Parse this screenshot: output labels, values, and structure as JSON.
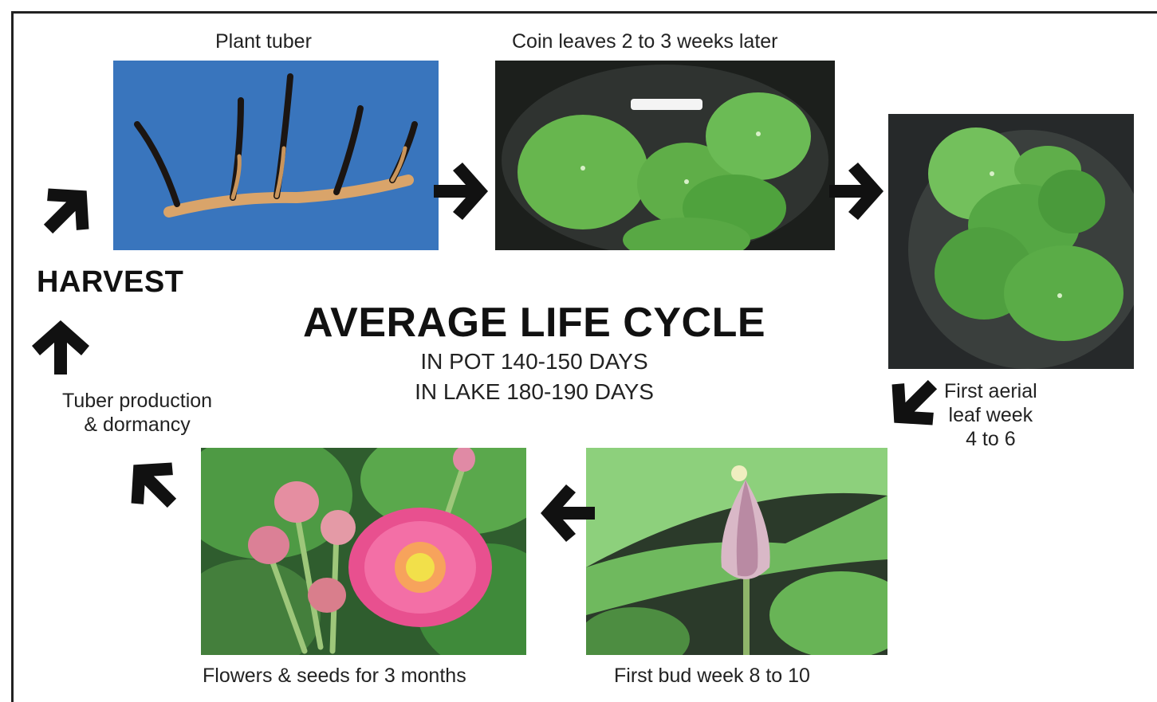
{
  "title": "AVERAGE LIFE CYCLE",
  "subtitle_lines": [
    "IN POT 140-150 DAYS",
    "IN LAKE 180-190 DAYS"
  ],
  "harvest_label": "HARVEST",
  "stages": {
    "plant_tuber": "Plant tuber",
    "coin_leaves": "Coin leaves 2 to 3 weeks later",
    "aerial_leaf": [
      "First aerial",
      "leaf week",
      "4 to 6"
    ],
    "first_bud": "First bud week 8 to 10",
    "flowers": "Flowers & seeds for 3 months",
    "tuber_production": [
      "Tuber production",
      "& dormancy"
    ]
  },
  "colors": {
    "tuber_bg": "#3f7fc8",
    "leaf_green": "#5fb04a",
    "dark_pot": "#2a2e2a",
    "lotus_pink": "#e8508f",
    "arrow": "#111111"
  }
}
